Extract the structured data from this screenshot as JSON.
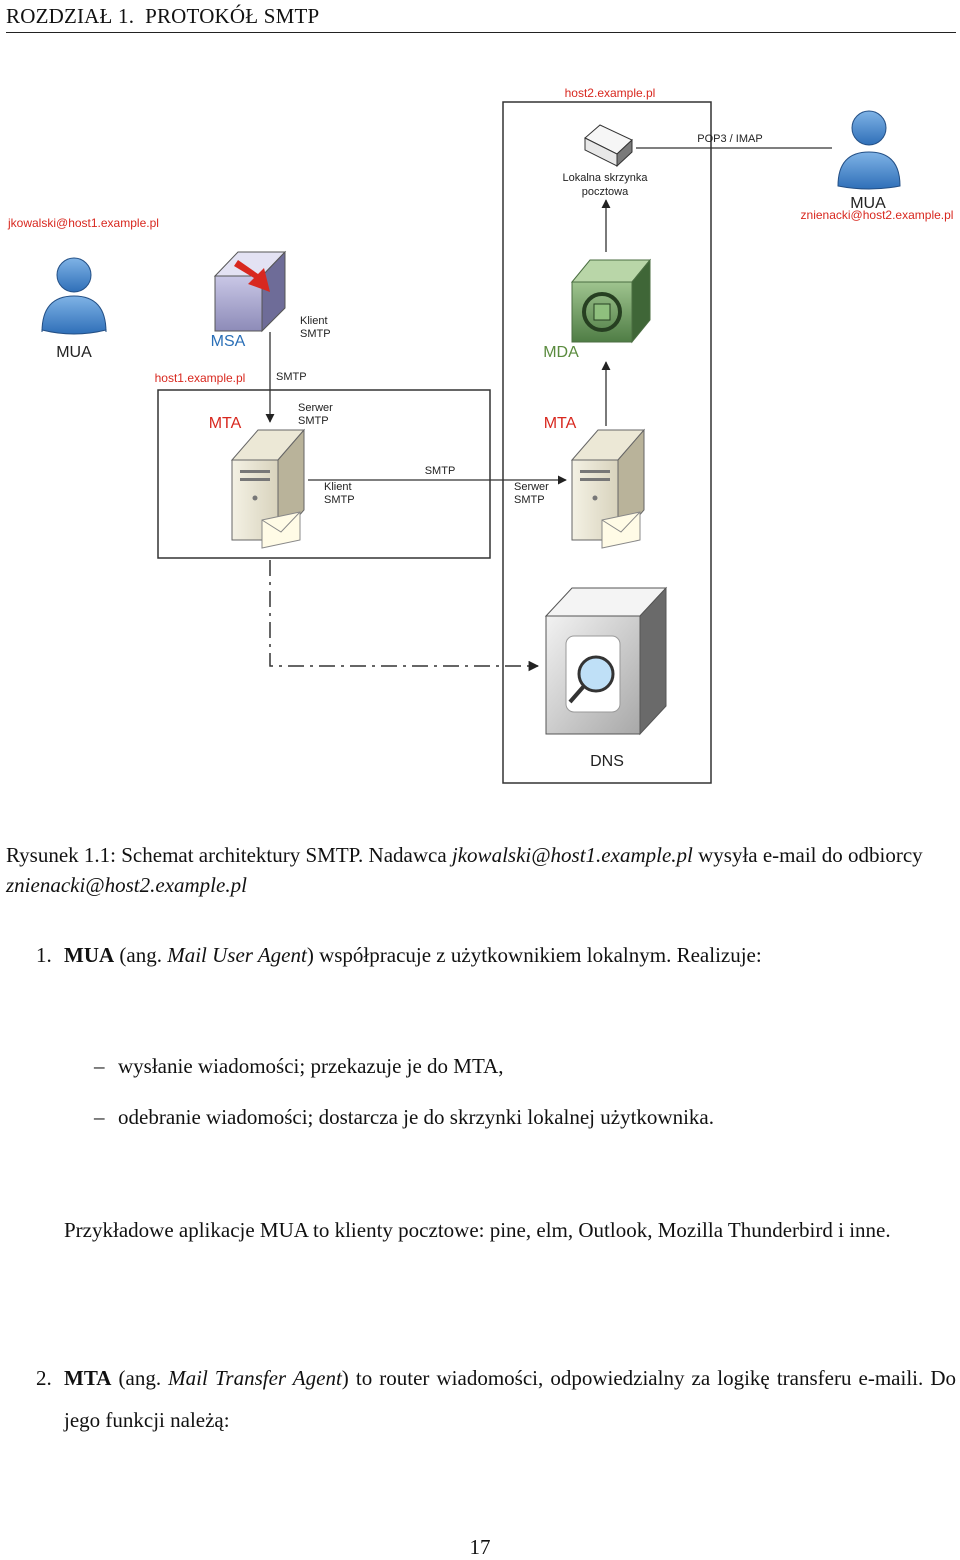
{
  "header": {
    "chapter": "ROZDZIAŁ 1.",
    "section": "PROTOKÓŁ SMTP"
  },
  "figure": {
    "host2_label": "host2.example.pl",
    "host1_label": "host1.example.pl",
    "sender_email": "jkowalski@host1.example.pl",
    "recipient_email": "znienacki@host2.example.pl",
    "mua_sender": "MUA",
    "mua_recipient": "MUA",
    "msa": "MSA",
    "mda": "MDA",
    "mta_left": "MTA",
    "mta_right": "MTA",
    "dns": "DNS",
    "pop3_imap": "POP3 / IMAP",
    "mailbox_line1": "Lokalna skrzynka",
    "mailbox_line2": "pocztowa",
    "klient": "Klient",
    "serwer": "Serwer",
    "smtp": "SMTP"
  },
  "caption": {
    "prefix": "Rysunek 1.1: Schemat architektury SMTP. Nadawca ",
    "sender": "jkowalski@host1.example.pl",
    "middle": " wysyła e-mail do odbiorcy ",
    "recipient": "znienacki@host2.example.pl"
  },
  "list": {
    "item1_num": "1.",
    "item1_term": "MUA",
    "item1_pre": " (ang. ",
    "item1_italic": "Mail User Agent",
    "item1_post": ") współpracuje z użytkownikiem lokalnym. Realizuje:",
    "dash": "–",
    "sub1": "wysłanie wiadomości; przekazuje je do MTA,",
    "sub2": "odebranie wiadomości; dostarcza je do skrzynki lokalnej użytkownika.",
    "para": "Przykładowe aplikacje MUA to klienty pocztowe: pine, elm, Outlook, Mozilla Thunderbird i inne.",
    "item2_num": "2.",
    "item2_term": "MTA",
    "item2_pre": " (ang. ",
    "item2_italic": "Mail Transfer Agent",
    "item2_post": ") to router wiadomości, odpowiedzialny za logikę transferu e-maili. Do jego funkcji należą:"
  },
  "page_number": "17"
}
